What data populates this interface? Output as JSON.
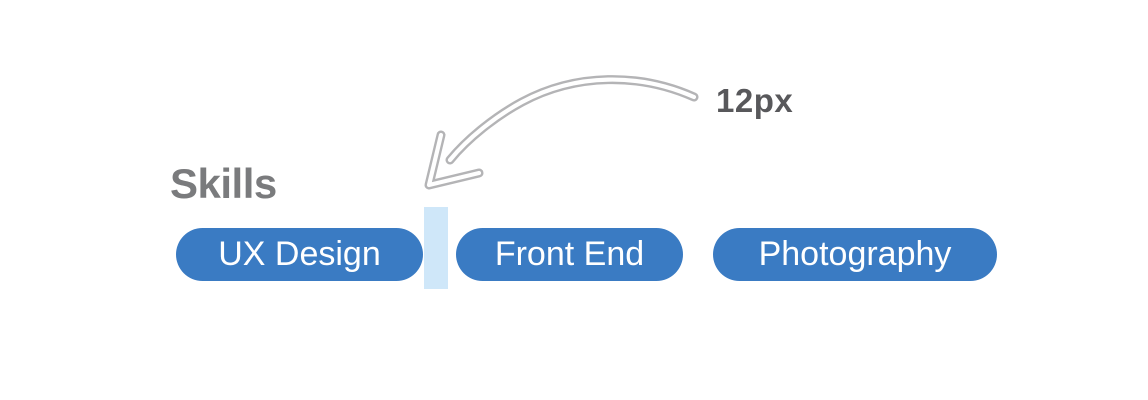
{
  "section": {
    "title": "Skills",
    "title_color": "#7a7b7d"
  },
  "skills": {
    "pill_bg": "#3a7bc3",
    "text_color": "#ffffff",
    "items": [
      {
        "label": "UX Design"
      },
      {
        "label": "Front End"
      },
      {
        "label": "Photography"
      }
    ]
  },
  "gap_highlight": {
    "color": "#cfe7f9"
  },
  "annotation": {
    "label": "12px",
    "label_color": "#58585b",
    "arrow_color": "#b4b4b6",
    "arrow_icon": "curved-arrow-down-left"
  }
}
